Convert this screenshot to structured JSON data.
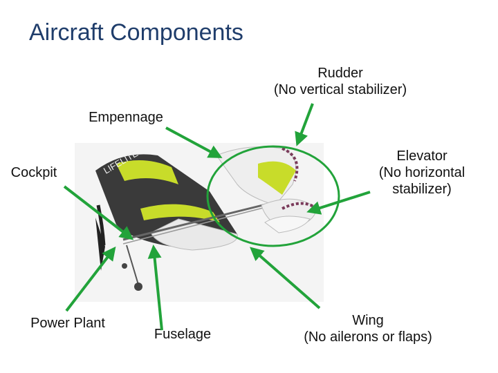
{
  "title": "Aircraft Components",
  "labels": {
    "rudder": [
      "Rudder",
      "(No vertical stabilizer)"
    ],
    "empennage": "Empennage",
    "elevator": [
      "Elevator",
      "(No horizontal",
      "stabilizer)"
    ],
    "cockpit": "Cockpit",
    "power_plant": "Power Plant",
    "fuselage": "Fuselage",
    "wing": [
      "Wing",
      "(No ailerons or flaps)"
    ]
  },
  "colors": {
    "title": "#1f3d6b",
    "arrow": "#22a33a",
    "wing_accent": "#c8dc2a",
    "wing_dark": "#3a3a3a"
  }
}
